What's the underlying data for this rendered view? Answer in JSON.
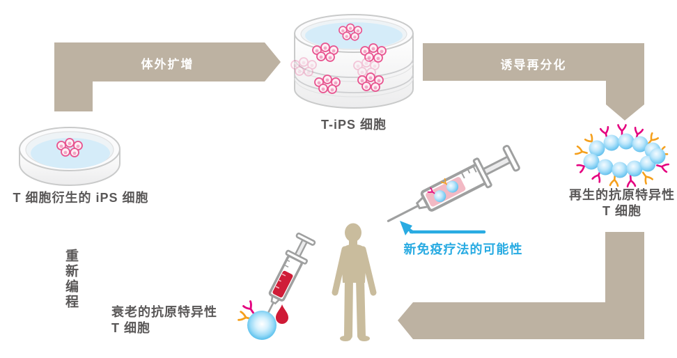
{
  "labels": {
    "expand_arrow": "体外扩增",
    "rediff_arrow": "诱导再分化",
    "tips_cells": "T-iPS 细胞",
    "t_derived_ips": "T 细胞衍生的 iPS 细胞",
    "regenerated_line1": "再生的抗原特异性",
    "regenerated_line2": "T 细胞",
    "reprogramming": "重新编程",
    "senescent_line1": "衰老的抗原特异性",
    "senescent_line2": "T 细胞",
    "new_therapy": "新免疫疗法的可能性"
  },
  "colors": {
    "arrow_tan": "#bdb2a2",
    "person_tan": "#c9bc9d",
    "label_gray": "#595757",
    "accent_blue": "#29abe2",
    "cell_pink_stroke": "#e8538f",
    "receptor_magenta": "#e4007f",
    "receptor_orange": "#f5a01c",
    "blood_red": "#cf1a36",
    "dish_stroke": "#c9caca",
    "medium_blue": "#d5ecf9",
    "syringe_gray": "#9fa0a0"
  },
  "icons": {
    "petri_dish": "petri-dish-icon",
    "dish_stack": "dish-stack-icon",
    "pink_colony": "ips-colony-icon",
    "tcell_cluster": "tcell-cluster-icon",
    "receptor": "antigen-receptor-icon",
    "syringe": "syringe-icon",
    "patient": "patient-silhouette-icon",
    "blood_drop": "blood-drop-icon"
  }
}
